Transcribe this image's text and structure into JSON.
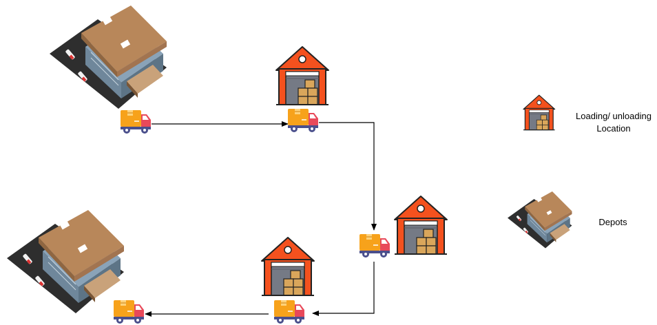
{
  "legend": {
    "loading_location_label_line1": "Loading/ unloading",
    "loading_location_label_line2": "Location",
    "depot_label": "Depots"
  },
  "icons": {
    "depot": "depot-warehouse-icon",
    "loading_location": "warehouse-garage-icon",
    "truck": "delivery-truck-icon"
  },
  "colors": {
    "warehouse_orange": "#F4511E",
    "warehouse_outline": "#222222",
    "door_gray": "#757A85",
    "box_tan": "#D9A65B",
    "truck_cargo": "#F7A21B",
    "truck_cab": "#E8495A",
    "wheel": "#4A4F8C",
    "roof_brown": "#B8875A",
    "arrow": "#000000"
  },
  "route": {
    "stops": [
      "depot",
      "loading-location-1",
      "loading-location-2",
      "loading-location-3",
      "depot"
    ]
  }
}
